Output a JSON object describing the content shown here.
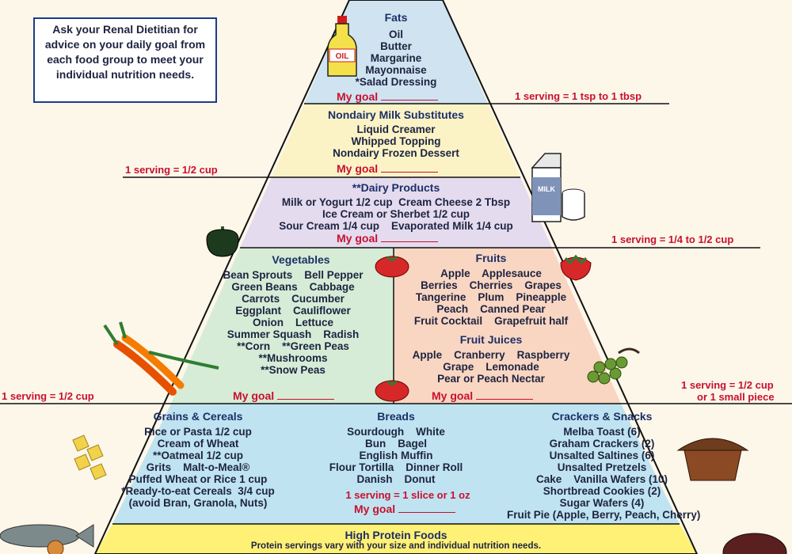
{
  "advice": "Ask your Renal Dietitian for advice on your daily goal from each food group to meet your individual nutrition needs.",
  "goal_label": "My goal",
  "fats": {
    "title": "Fats",
    "items": [
      "Oil",
      "Butter",
      "Margarine",
      "Mayonnaise",
      "*Salad Dressing"
    ],
    "serving": "1 serving = 1 tsp to 1 tbsp"
  },
  "nondairy": {
    "title": "Nondairy Milk Substitutes",
    "items": [
      "Liquid Creamer",
      "Whipped Topping",
      "Nondairy Frozen Dessert"
    ],
    "serving": "1 serving = 1/2 cup"
  },
  "dairy": {
    "title": "**Dairy Products",
    "items": [
      "Milk or Yogurt 1/2 cup  Cream Cheese 2 Tbsp",
      "Ice Cream or Sherbet 1/2 cup",
      "Sour Cream 1/4 cup    Evaporated Milk 1/4 cup"
    ],
    "serving": "1 serving = 1/4 to 1/2 cup"
  },
  "vegetables": {
    "title": "Vegetables",
    "items": [
      "Bean Sprouts    Bell Pepper",
      "Green Beans    Cabbage",
      "Carrots    Cucumber",
      "Eggplant    Cauliflower",
      "Onion    Lettuce",
      "Summer Squash    Radish",
      "**Corn    **Green Peas",
      "**Mushrooms",
      "**Snow Peas"
    ],
    "serving": "1 serving = 1/2 cup"
  },
  "fruits": {
    "title": "Fruits",
    "items": [
      "Apple    Applesauce",
      "Berries    Cherries    Grapes",
      "Tangerine    Plum    Pineapple",
      "Peach    Canned Pear",
      "Fruit Cocktail    Grapefruit half"
    ],
    "juices_title": "Fruit Juices",
    "juices": [
      "Apple    Cranberry    Raspberry",
      "Grape    Lemonade",
      "Pear or Peach Nectar"
    ],
    "serving_1": "1 serving = 1/2 cup",
    "serving_2": "or 1 small piece"
  },
  "grains": {
    "title": "Grains & Cereals",
    "items": [
      "Rice or Pasta 1/2 cup",
      "Cream of Wheat",
      "**Oatmeal 1/2 cup",
      "Grits    Malt-o-Meal®",
      "Puffed Wheat or Rice 1 cup",
      "*Ready-to-eat Cereals  3/4 cup",
      "(avoid Bran, Granola, Nuts)"
    ]
  },
  "breads": {
    "title": "Breads",
    "items": [
      "Sourdough    White",
      "Bun    Bagel",
      "English Muffin",
      "Flour Tortilla    Dinner Roll",
      "Danish    Donut"
    ],
    "serving": "1 serving = 1 slice or 1 oz"
  },
  "crackers": {
    "title": "Crackers & Snacks",
    "items": [
      "Melba Toast (6)",
      "Graham Crackers (2)",
      "Unsalted Saltines (6)",
      "Unsalted Pretzels",
      "Cake    Vanilla Wafers (10)",
      "Shortbread Cookies (2)",
      "Sugar Wafers (4)",
      "Fruit Pie (Apple, Berry, Peach, Cherry)"
    ]
  },
  "protein": {
    "title": "High Protein Foods",
    "note": "Protein servings vary with your size and individual nutrition needs."
  },
  "icons": {
    "oil_label": "OIL",
    "milk_label": "MILK"
  },
  "colors": {
    "fats_bg": "#cfe3f1",
    "nondairy_bg": "#fbf3c6",
    "dairy_bg": "#e4dbef",
    "veg_bg": "#d6ecd6",
    "fruit_bg": "#f9d6c2",
    "grain_bg": "#bfe3f1",
    "protein_bg": "#fff176",
    "accent_red": "#c8102e"
  }
}
